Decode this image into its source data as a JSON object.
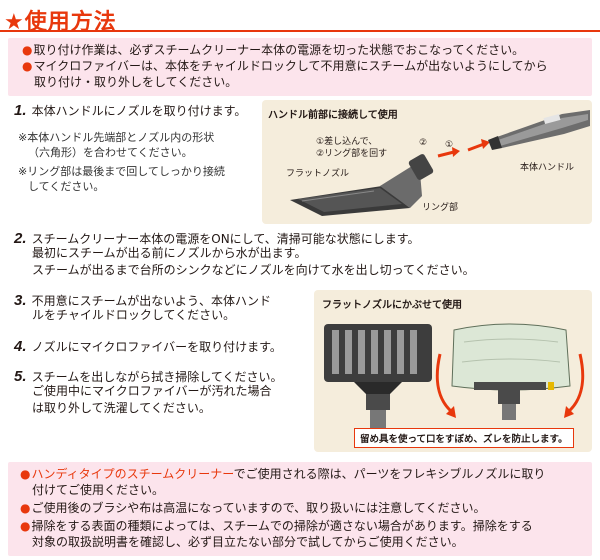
{
  "title": "★使用方法",
  "top_notes": [
    {
      "text": "取り付け作業は、必ずスチームクリーナー本体の電源を切った状態でおこなってください。"
    },
    {
      "prefix": "マイクロファイバー",
      "text": "は、本体をチャイルドロックして不用意にスチームが出ないようにしてから",
      "text2": "取り付け・取り外しをしてください。"
    }
  ],
  "steps": [
    {
      "num": "1.",
      "text": "本体ハンドルにノズルを取り付けます。",
      "subs": [
        "※本体ハンドル先端部とノズル内の形状",
        "（六角形）を合わせてください。",
        "※リング部は最後まで回してしっかり接続",
        "してください。"
      ]
    },
    {
      "num": "2.",
      "lines": [
        "スチームクリーナー本体の電源をONにして、清掃可能な状態にします。",
        "最初にスチームが出る前にノズルから水が出ます。",
        "スチームが出るまで台所のシンクなどにノズルを向けて水を出し切ってください。"
      ]
    },
    {
      "num": "3.",
      "lines": [
        "不用意にスチームが出ないよう、本体ハンド",
        "ルをチャイルドロックしてください。"
      ]
    },
    {
      "num": "4.",
      "lines": [
        "ノズルにマイクロファイバーを取り付けます。"
      ]
    },
    {
      "num": "5.",
      "lines": [
        "スチームを出しながら拭き掃除してください。",
        "ご使用中にマイクロファイバーが汚れた場合",
        "は取り外して洗濯してください。"
      ]
    }
  ],
  "figure1": {
    "heading": "ハンドル前部に接続して使用",
    "step1_label": "①差し込んで、",
    "step2_label": "②リング部を回す",
    "circle2": "②",
    "circle1": "①",
    "nozzle_label": "フラットノズル",
    "ring_label": "リング部",
    "handle_label": "本体ハンドル"
  },
  "figure2": {
    "heading": "フラットノズルにかぶせて使用",
    "caption": "留め具を使って口をすぼめ、ズレを防止します。"
  },
  "bottom_notes": [
    {
      "prefix": "ハンディタイプのスチームクリーナー",
      "text": "でご使用される際は、パーツをフレキシブルノズルに取り",
      "text2": "付けてご使用ください。"
    },
    {
      "text": "ご使用後のブラシや布は高温になっていますので、取り扱いには注意してください。"
    },
    {
      "text": "掃除をする表面の種類によっては、スチームでの掃除が適さない場合があります。掃除をする",
      "text2": "対象の取扱説明書を確認し、必ず目立たない部分で試してからご使用ください。"
    }
  ],
  "colors": {
    "accent": "#e8380d",
    "note_bg": "#fce4ec",
    "figure_bg": "#f5eddc"
  }
}
